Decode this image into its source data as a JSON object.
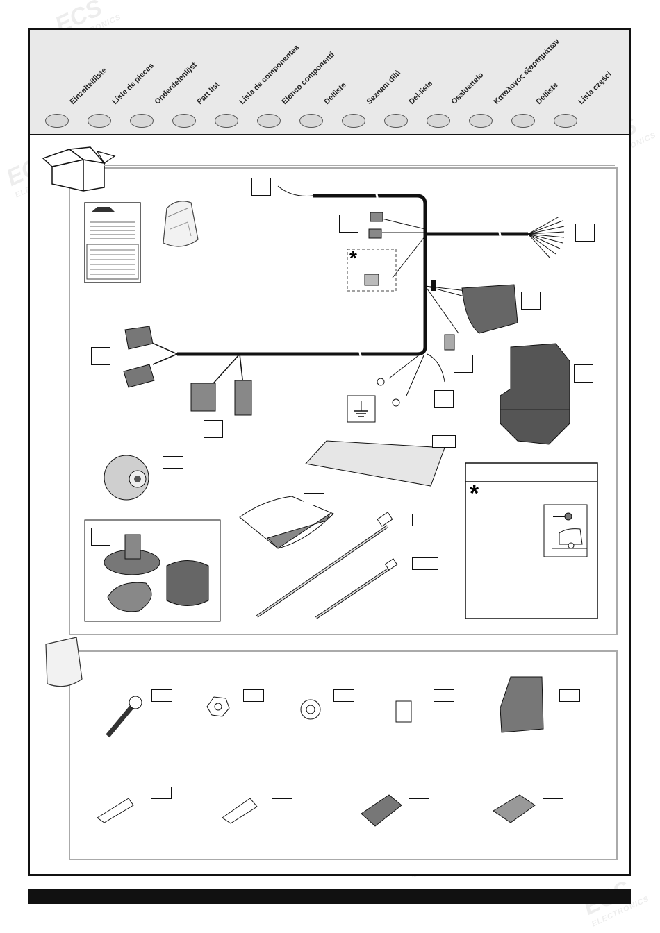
{
  "languages": [
    "Einzelteilliste",
    "Liste de pieces",
    "Onderdelenlijst",
    "Part list",
    "Lista de componentes",
    "Elenco componenti",
    "Delliste",
    "Seznam dilů",
    "Del-liste",
    "Osaluettelo",
    "Κατάλογος εξαρτημάτων",
    "Delliste",
    "Lista części"
  ],
  "watermark": {
    "brand": "ECS",
    "sub": "ELECTRONICS"
  },
  "symbols": {
    "asterisk": "*"
  },
  "icons": [
    "box-icon",
    "bag-icon",
    "key-icon",
    "caravan-icon",
    "ground-icon"
  ]
}
